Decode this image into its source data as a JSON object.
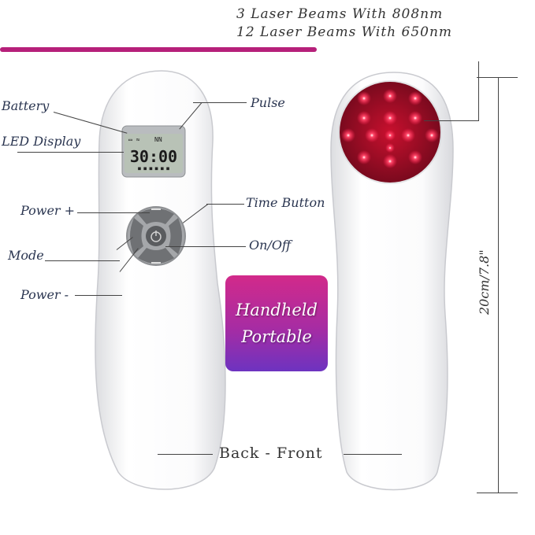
{
  "header": {
    "line1": "3 Laser Beams With 808nm",
    "line2": "12 Laser Beams With 650nm",
    "accent_color": "#b6207a"
  },
  "back_labels": {
    "battery": "Battery",
    "led_display": "LED Display",
    "power_plus": "Power +",
    "mode": "Mode",
    "power_minus": "Power -",
    "pulse": "Pulse",
    "time_button": "Time Button",
    "on_off": "On/Off"
  },
  "lcd": {
    "time": "30:00"
  },
  "badge": {
    "line1": "Handheld",
    "line2": "Portable",
    "colors": [
      "#d22a8a",
      "#6d33c0"
    ]
  },
  "caption": "Back - Front",
  "dimension": "20cm/7.8\"",
  "icons": [
    "battery-icon",
    "lcd-display",
    "laser-emitter-icon",
    "power-icon",
    "up-arrow-icon",
    "down-arrow-icon",
    "mode-icon",
    "time-icon"
  ]
}
